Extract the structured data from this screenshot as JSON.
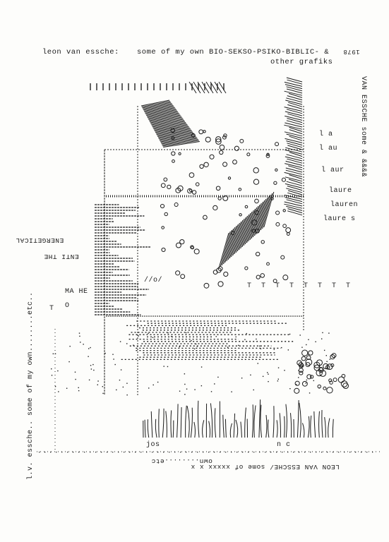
{
  "header": {
    "author_line": "leon van essche:",
    "title_line": "some of my own BIO-SEKSO-PSIKO-BIBLIC- &",
    "subtitle_line": "other grafiks",
    "mirrored_corner": "1978"
  },
  "right_margin": {
    "vertical_title": "VAN ESSCHE some & &&&&",
    "laure_1": "l a",
    "laure_2": "l au",
    "laure_3": "l aur",
    "laure_4": "laure",
    "laure_5": "lauren",
    "laure_6": "laure s"
  },
  "left_margin": {
    "vertical_text": "l.v. essche.. some of my own........etc..",
    "word_mirror_1": "ENERGETICAL",
    "word_mirror_2": "ENTI THE",
    "letters_t": "T",
    "letters_ma": "MA HE",
    "letters_o": "O"
  },
  "body_text": {
    "jos": "jos",
    "nc": "n c",
    "ttt_row": "T T T T T T T T",
    "slash_o": "//o/"
  },
  "footer": {
    "upside_down_own": "own........etc",
    "upside_down_credit": "LEON VAN ESSCHE/ some of xxxxx x x"
  }
}
